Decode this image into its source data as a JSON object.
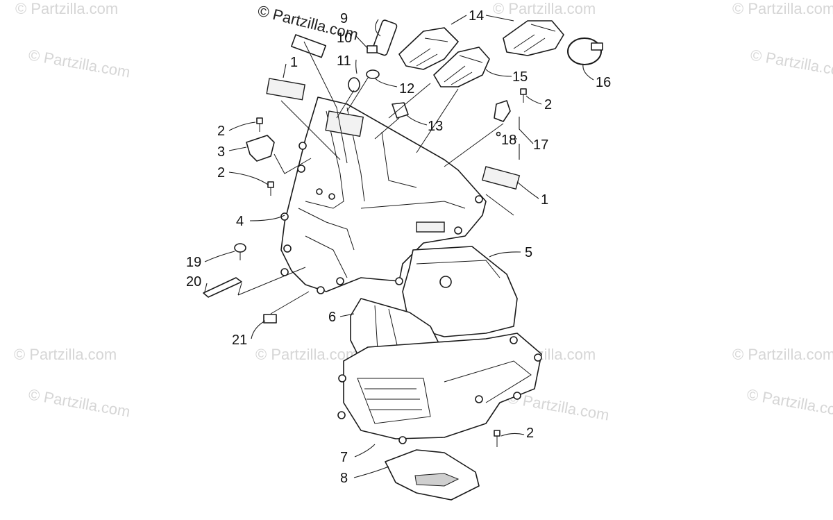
{
  "watermark": "© Partzilla.com",
  "copyright": "© Partzilla.com",
  "callouts": [
    {
      "id": "c9",
      "text": "9"
    },
    {
      "id": "c10",
      "text": "10"
    },
    {
      "id": "c11",
      "text": "11"
    },
    {
      "id": "c1a",
      "text": "1"
    },
    {
      "id": "c12",
      "text": "12"
    },
    {
      "id": "c13",
      "text": "13"
    },
    {
      "id": "c14",
      "text": "14"
    },
    {
      "id": "c15",
      "text": "15"
    },
    {
      "id": "c16",
      "text": "16"
    },
    {
      "id": "c2a",
      "text": "2"
    },
    {
      "id": "c2b",
      "text": "2"
    },
    {
      "id": "c3",
      "text": "3"
    },
    {
      "id": "c2c",
      "text": "2"
    },
    {
      "id": "c18",
      "text": "18"
    },
    {
      "id": "c17",
      "text": "17"
    },
    {
      "id": "c1b",
      "text": "1"
    },
    {
      "id": "c4",
      "text": "4"
    },
    {
      "id": "c5",
      "text": "5"
    },
    {
      "id": "c19",
      "text": "19"
    },
    {
      "id": "c20",
      "text": "20"
    },
    {
      "id": "c6",
      "text": "6"
    },
    {
      "id": "c21",
      "text": "21"
    },
    {
      "id": "c2d",
      "text": "2"
    },
    {
      "id": "c7",
      "text": "7"
    },
    {
      "id": "c8",
      "text": "8"
    }
  ]
}
